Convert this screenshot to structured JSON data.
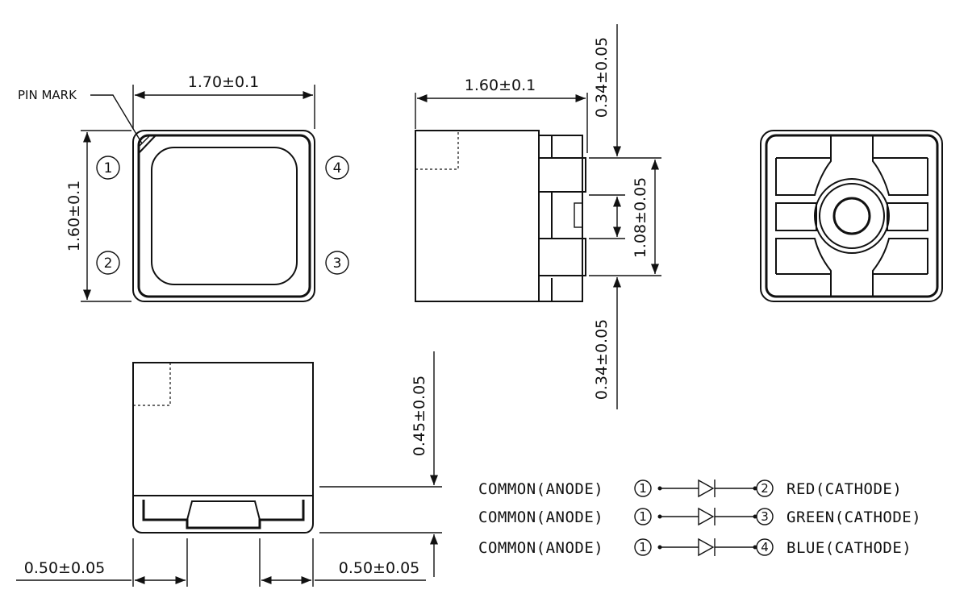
{
  "top_view": {
    "pin_mark_label": "PIN MARK",
    "width_dim": "1.70±0.1",
    "height_dim": "1.60±0.1",
    "pins": [
      "1",
      "2",
      "3",
      "4"
    ]
  },
  "side_view": {
    "width_dim": "1.60±0.1",
    "top_gap_dim": "0.34±0.05",
    "pad_dim": "1.08±0.05",
    "bottom_gap_dim": "0.34±0.05"
  },
  "front_view": {
    "height_dim": "0.45±0.05",
    "left_pad_dim": "0.50±0.05",
    "right_pad_dim": "0.50±0.05"
  },
  "circuit": {
    "rows": [
      {
        "anode_label": "COMMON(ANODE)",
        "anode_pin": "1",
        "cathode_pin": "2",
        "cathode_label": "RED(CATHODE)"
      },
      {
        "anode_label": "COMMON(ANODE)",
        "anode_pin": "1",
        "cathode_pin": "3",
        "cathode_label": "GREEN(CATHODE)"
      },
      {
        "anode_label": "COMMON(ANODE)",
        "anode_pin": "1",
        "cathode_pin": "4",
        "cathode_label": "BLUE(CATHODE)"
      }
    ]
  }
}
